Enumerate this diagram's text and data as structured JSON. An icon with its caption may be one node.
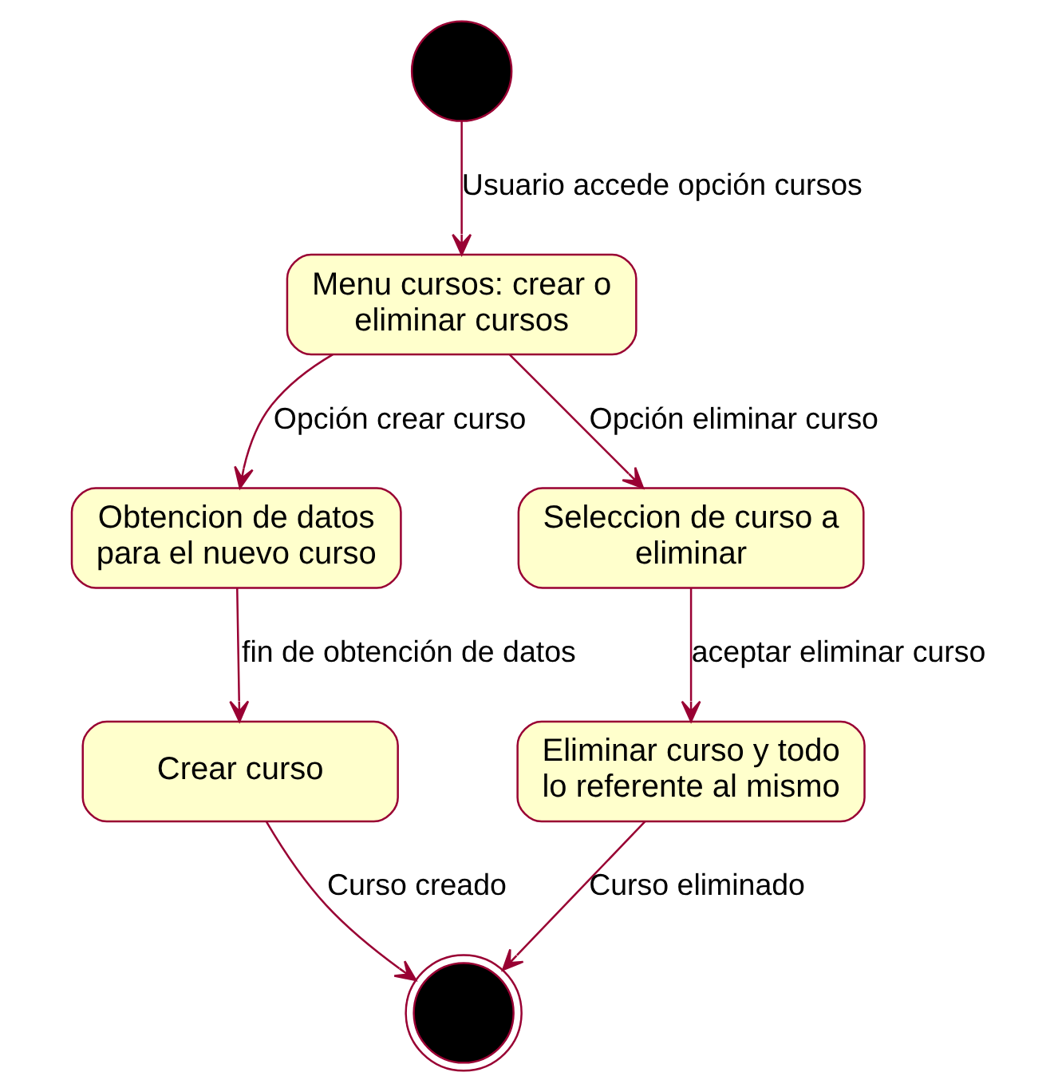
{
  "diagram": {
    "nodes": [
      {
        "text": [],
        "shape": "circle"
      },
      {
        "text": [
          "Menu cursos: crear o eliminar cursos"
        ]
      },
      {
        "text": [
          "Obtencion de datos para el nuevo curso"
        ]
      },
      {
        "text": [
          "Seleccion de curso a eliminar"
        ]
      },
      {
        "text": [
          "Crear curso"
        ]
      },
      {
        "text": [
          "Eliminar curso y todo lo referente al mismo"
        ]
      },
      {
        "text": [],
        "shape": "circle"
      }
    ],
    "edges": [
      {
        "from": 0,
        "to": 1,
        "arrow": "to",
        "label": "Usuario accede opción cursos"
      },
      {
        "from": 1,
        "to": 2,
        "arrow": "to",
        "label": "Opción crear curso"
      },
      {
        "from": 1,
        "to": 3,
        "arrow": "to",
        "label": "Opción eliminar curso"
      },
      {
        "from": 2,
        "to": 4,
        "arrow": "to",
        "label": "fin de obtención de datos"
      },
      {
        "from": 3,
        "to": 5,
        "arrow": "to",
        "label": "aceptar eliminar curso"
      },
      {
        "from": 4,
        "to": 6,
        "arrow": "to",
        "label": "Curso creado"
      },
      {
        "from": 5,
        "to": 6,
        "arrow": "to",
        "label": "Curso eliminado"
      }
    ]
  }
}
